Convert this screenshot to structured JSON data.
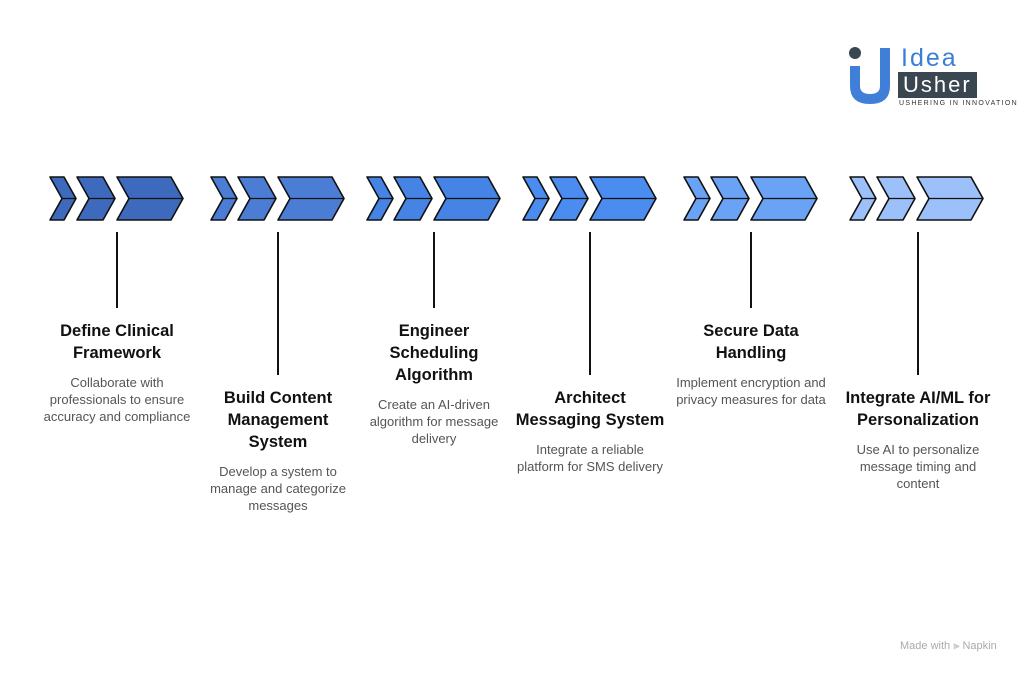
{
  "logo": {
    "line1": "Idea",
    "line2": "Usher",
    "tagline": "USHERING IN INNOVATION"
  },
  "colors": [
    "#3d6abd",
    "#4a7dd3",
    "#4584e4",
    "#4a8cf0",
    "#6aa3f6",
    "#9cc0f9"
  ],
  "steps": [
    {
      "title": "Define Clinical Framework",
      "desc": "Collaborate with professionals to ensure accuracy and compliance"
    },
    {
      "title": "Build Content Management System",
      "desc": "Develop a system to manage and categorize messages"
    },
    {
      "title": "Engineer Scheduling Algorithm",
      "desc": "Create an AI-driven algorithm for message delivery"
    },
    {
      "title": "Architect Messaging System",
      "desc": "Integrate a reliable platform for SMS delivery"
    },
    {
      "title": "Secure Data Handling",
      "desc": "Implement encryption and privacy measures for data"
    },
    {
      "title": "Integrate AI/ML for Personalization",
      "desc": "Use AI to personalize message timing and content"
    }
  ],
  "footer": {
    "made_with": "Made with",
    "brand": "Napkin"
  }
}
